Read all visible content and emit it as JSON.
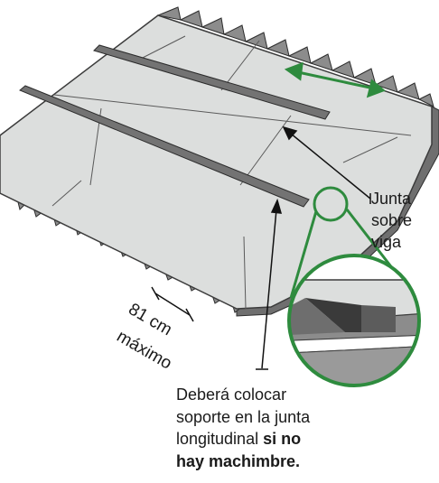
{
  "labels": {
    "junta": [
      "Junta",
      "sobre",
      "viga"
    ],
    "spacing_value": "81 cm",
    "spacing_note": "máximo",
    "support_note": {
      "lines": [
        "Deberá colocar",
        "soporte en la junta",
        "longitudinal "
      ],
      "bold_1": "si no",
      "bold_2": "hay machimbre."
    }
  },
  "colors": {
    "panel": "#dcdedd",
    "panel_edge": "#3c3c3c",
    "corrugated": "#8c8c8c",
    "strip": "#737373",
    "green_accent": "#2e8b3e",
    "text": "#1a1a1a"
  },
  "icons": {
    "arrow_double": "double-headed-arrow-icon",
    "magnifier": "detail-zoom-circle"
  }
}
